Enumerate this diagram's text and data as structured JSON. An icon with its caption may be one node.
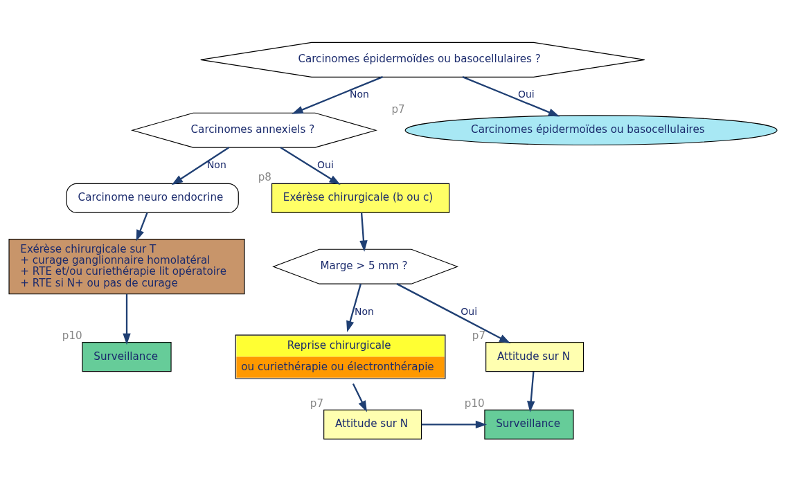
{
  "diagram": {
    "nodes": [
      {
        "text": [
          "Carcinomes épidermoïdes ou basocellulaires ?"
        ]
      },
      {
        "text": [
          "Carcinomes annexiels ?"
        ]
      },
      {
        "text": [
          "Carcinomes épidermoïdes ou basocellulaires"
        ],
        "beside": [
          "p7"
        ]
      },
      {
        "text": [
          "Carcinome neuro endocrine"
        ]
      },
      {
        "text": [
          "Exérèse chirurgicale (b ou c)"
        ],
        "beside": [
          "p8"
        ]
      },
      {
        "text": [
          "Exérèse chirurgicale sur T",
          "+ curage ganglionnaire homolatéral",
          "+ RTE et/ou curiethérapie lit opératoire",
          "+ RTE si N+ ou pas de curage"
        ]
      },
      {
        "text": [
          "Marge > 5 mm ?"
        ]
      },
      {
        "text": [
          "Surveillance"
        ],
        "beside": [
          "p10"
        ]
      },
      {
        "text": [
          "Reprise chirurgicale",
          "ou curiethérapie ou électronthérapie"
        ]
      },
      {
        "text": [
          "Attitude sur N"
        ],
        "beside": [
          "p7"
        ]
      },
      {
        "text": [
          "Attitude sur N"
        ],
        "beside": [
          "p7"
        ]
      },
      {
        "text": [
          "Surveillance"
        ],
        "beside": [
          "p10"
        ]
      }
    ],
    "edges": [
      {
        "from": 0,
        "to": 1,
        "arrow": "to",
        "label": "Non"
      },
      {
        "from": 0,
        "to": 2,
        "arrow": "to",
        "label": "Oui"
      },
      {
        "from": 1,
        "to": 3,
        "arrow": "to",
        "label": "Non"
      },
      {
        "from": 1,
        "to": 4,
        "arrow": "to",
        "label": "Oui"
      },
      {
        "from": 3,
        "to": 5,
        "arrow": "to"
      },
      {
        "from": 5,
        "to": 7,
        "arrow": "to"
      },
      {
        "from": 4,
        "to": 6,
        "arrow": "to"
      },
      {
        "from": 6,
        "to": 8,
        "arrow": "to",
        "label": "Non"
      },
      {
        "from": 6,
        "to": 9,
        "arrow": "to",
        "label": "Oui"
      },
      {
        "from": 8,
        "to": 10,
        "arrow": "to"
      },
      {
        "from": 10,
        "to": 11,
        "arrow": "to"
      },
      {
        "from": 9,
        "to": 11,
        "arrow": "to"
      }
    ]
  }
}
